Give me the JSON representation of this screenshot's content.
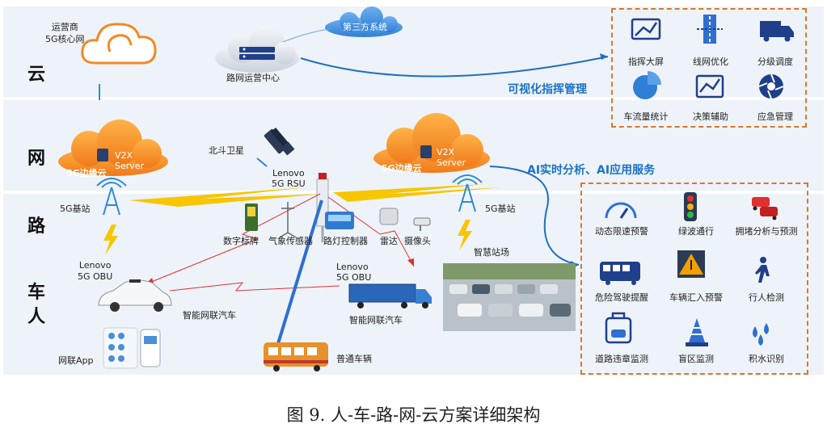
{
  "layers": {
    "cloud": "云",
    "network": "网",
    "road": "路",
    "vehicle_person": "车\n人"
  },
  "cloud_layer": {
    "carrier_core": "运营商\n5G核心网",
    "third_party": "第三方系统",
    "ops_center": "路网运营中心",
    "visual_command": "可视化指挥管理"
  },
  "command_apps": [
    {
      "label": "指挥大屏",
      "icon": "dashboard-screen-icon"
    },
    {
      "label": "线网优化",
      "icon": "road-line-icon"
    },
    {
      "label": "分级调度",
      "icon": "truck-icon"
    },
    {
      "label": "车流量统计",
      "icon": "pie-chart-icon"
    },
    {
      "label": "决策辅助",
      "icon": "line-chart-icon"
    },
    {
      "label": "应急管理",
      "icon": "shutter-icon"
    }
  ],
  "network_layer": {
    "beidou": "北斗卫星",
    "edge_cloud": "5G边缘云",
    "v2x_server": "V2X\nServer",
    "ai_services": "AI实时分析、AI应用服务",
    "rsu": "Lenovo\n5G RSU"
  },
  "road_layer": {
    "base_station": "5G基站",
    "devices": [
      "数字标牌",
      "气象传感器",
      "路灯控制器",
      "雷达",
      "摄像头"
    ],
    "smart_station": "智慧站场"
  },
  "vehicle_layer": {
    "obu": "Lenovo\n5G OBU",
    "connected_car": "智能网联汽车",
    "connected_truck": "智能网联汽车",
    "app": "网联App",
    "ordinary": "普通车辆"
  },
  "ai_apps": [
    {
      "label": "动态限速预警",
      "icon": "speedometer-icon"
    },
    {
      "label": "绿波通行",
      "icon": "traffic-light-icon"
    },
    {
      "label": "拥堵分析与预测",
      "icon": "traffic-jam-icon"
    },
    {
      "label": "危险驾驶提醒",
      "icon": "bus-icon"
    },
    {
      "label": "车辆汇入预警",
      "icon": "warning-sign-icon"
    },
    {
      "label": "行人检测",
      "icon": "pedestrian-icon"
    },
    {
      "label": "道路违章监测",
      "icon": "violation-camera-icon"
    },
    {
      "label": "盲区监测",
      "icon": "traffic-cone-icon"
    },
    {
      "label": "积水识别",
      "icon": "water-drop-icon"
    }
  ],
  "caption": "图 9.  人-车-路-网-云方案详细架构"
}
